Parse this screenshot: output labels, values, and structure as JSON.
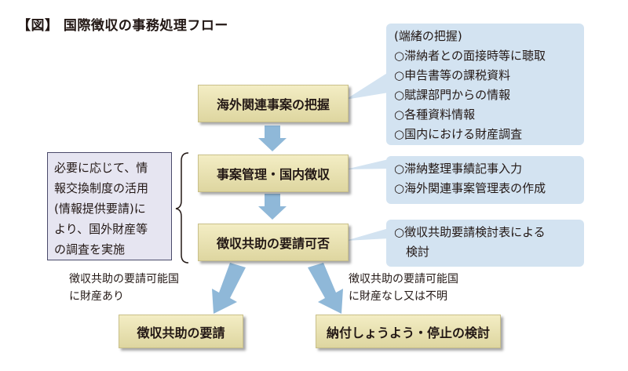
{
  "title": "【図】 国際徴収の事務処理フロー",
  "boxes": {
    "grasp": "海外関連事案の把握",
    "management": "事案管理・国内徴収",
    "decision": "徴収共助の要請可否",
    "request": "徴収共助の要請",
    "suspension": "納付しょうよう・停止の検討"
  },
  "callouts": {
    "grasp": [
      "(端緒の把握)",
      "○滞納者との面接時等に聴取",
      "○申告書等の課税資料",
      "○賦課部門からの情報",
      "○各種資料情報",
      "○国内における財産調査"
    ],
    "management": [
      "○滞納整理事績記事入力",
      "○海外関連事案管理表の作成"
    ],
    "decision": [
      "○徴収共助要請検討表による",
      "　検討"
    ]
  },
  "side_note": [
    "必要に応じて、情",
    "報交換制度の活用",
    "(情報提供要請)に",
    "より、国外財産等",
    "の調査を実施"
  ],
  "branch_labels": {
    "left": [
      "徴収共助の要請可能国",
      "に財産あり"
    ],
    "right": [
      "徴収共助の要請可能国",
      "に財産なし又は不明"
    ]
  },
  "colors": {
    "box": "#e8e1b0",
    "callout": "#d3e3f1",
    "arrow": "#8fb8d8",
    "side": "#e6e5f1"
  }
}
